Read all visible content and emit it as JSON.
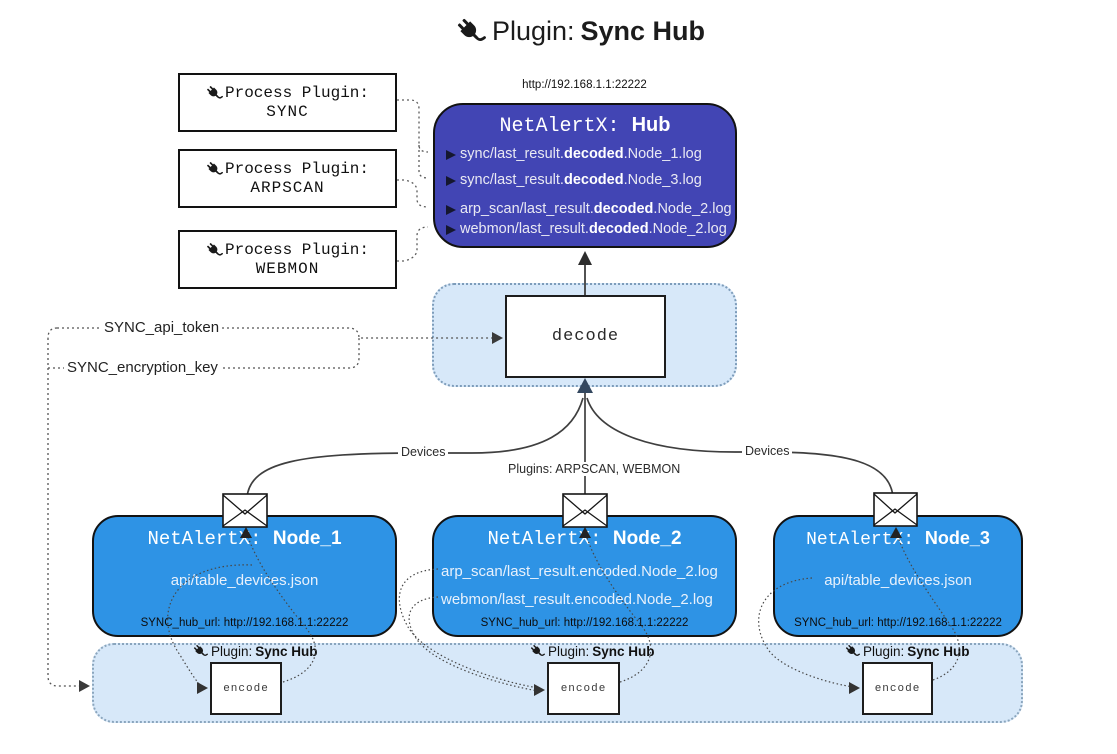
{
  "title": {
    "prefix": "Plugin:",
    "name": "Sync Hub"
  },
  "hub": {
    "url": "http://192.168.1.1:22222",
    "title_prefix": "NetAlertX:",
    "title_name": "Hub",
    "logs": [
      {
        "pre": "sync/last_result.",
        "bold": "decoded",
        "post": ".Node_1.log"
      },
      {
        "pre": "sync/last_result.",
        "bold": "decoded",
        "post": ".Node_3.log"
      },
      {
        "pre": "arp_scan/last_result.",
        "bold": "decoded",
        "post": ".Node_2.log"
      },
      {
        "pre": "webmon/last_result.",
        "bold": "decoded",
        "post": ".Node_2.log"
      }
    ]
  },
  "process_plugins": [
    {
      "label": "Process Plugin:",
      "name": "SYNC"
    },
    {
      "label": "Process Plugin:",
      "name": "ARPSCAN"
    },
    {
      "label": "Process Plugin:",
      "name": "WEBMON"
    }
  ],
  "settings": {
    "api_token": "SYNC_api_token",
    "encryption_key": "SYNC_encryption_key"
  },
  "decode": {
    "label": "decode"
  },
  "edges": {
    "left": "Devices",
    "middle": "Plugins: ARPSCAN, WEBMON",
    "right": "Devices"
  },
  "nodes": [
    {
      "title_prefix": "NetAlertX:",
      "name": "Node_1",
      "files": [
        "api/table_devices.json"
      ],
      "hub_url": "SYNC_hub_url: http://192.168.1.1:22222"
    },
    {
      "title_prefix": "NetAlertX:",
      "name": "Node_2",
      "files": [
        "arp_scan/last_result.encoded.Node_2.log",
        "webmon/last_result.encoded.Node_2.log"
      ],
      "hub_url": "SYNC_hub_url: http://192.168.1.1:22222"
    },
    {
      "title_prefix": "NetAlertX:",
      "name": "Node_3",
      "files": [
        "api/table_devices.json"
      ],
      "hub_url": "SYNC_hub_url: http://192.168.1.1:22222"
    }
  ],
  "encode_band": {
    "plugin_prefix": "Plugin:",
    "plugin_name": "Sync Hub",
    "encode_label": "encode"
  },
  "colors": {
    "hub_fill": "#4245b4",
    "node_fill": "#2e93e5",
    "band_fill": "#d7e8f9",
    "line": "#3f3f3f",
    "arrow_dark": "#33475f",
    "icon": "#1a1a1a"
  }
}
